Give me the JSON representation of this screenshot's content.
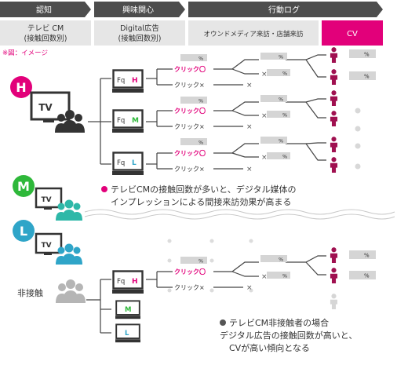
{
  "header": {
    "stages": [
      "認知",
      "興味関心",
      "行動ログ"
    ],
    "columns": [
      {
        "line1": "テレビ CM",
        "line2": "(接触回数別)"
      },
      {
        "line1": "Digital広告",
        "line2": "(接触回数別)"
      },
      {
        "line1": "オウンドメディア来訪・店舗来訪",
        "line2": ""
      },
      {
        "line1": "CV",
        "line2": ""
      }
    ]
  },
  "note": "※図：イメージ",
  "segments": {
    "h": "H",
    "m": "M",
    "l": "L",
    "non_contact": "非接触"
  },
  "tv_label": "TV",
  "fq_prefix": "Fq",
  "fq_levels": {
    "h": "H",
    "m": "M",
    "l": "L"
  },
  "click_yes": "クリック〇",
  "click_no": "クリック×",
  "cross": "×",
  "pct": "%",
  "callout_top": {
    "line1": "テレビCMの接触回数が多いと、デジタル媒体の",
    "line2": "インプレッションによる間接来訪効果が高まる"
  },
  "callout_bottom": {
    "line1": "テレビCM非接触者の場合",
    "line2": "デジタル広告の接触回数が高いと、",
    "line3": "CVが高い傾向となる"
  },
  "colors": {
    "header_dark": "#4d4d4d",
    "header_light": "#e6e6e6",
    "cv": "#e2007a",
    "h_circle": "#e2007a",
    "m_circle": "#2eb83a",
    "l_circle": "#2fa5c8",
    "gray": "#9b9b9b"
  }
}
